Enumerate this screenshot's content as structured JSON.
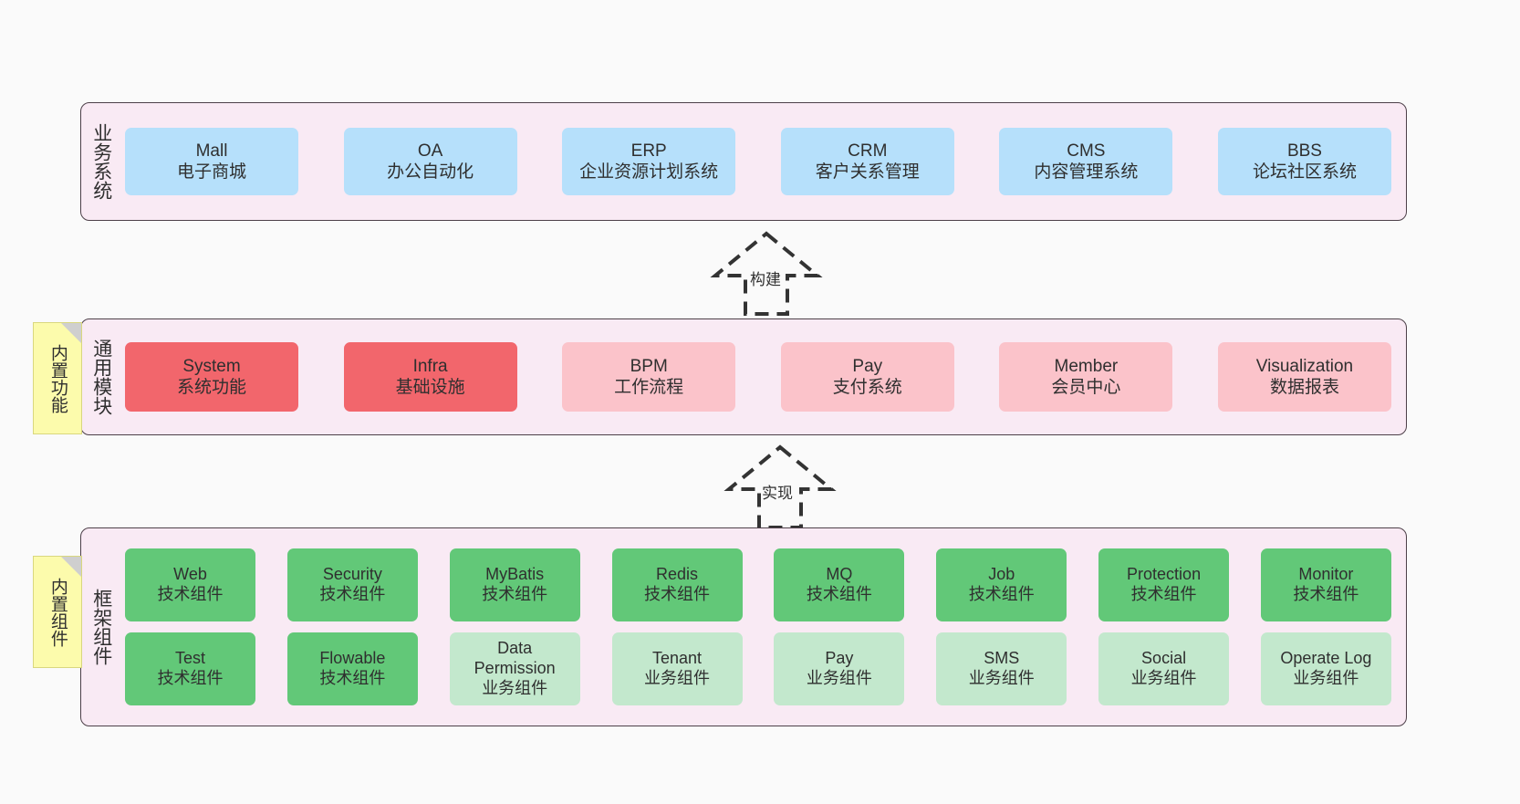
{
  "diagram": {
    "background_color": "#fafafa",
    "layer_fill": "#f9eaf4",
    "layer_border": "#4d4049",
    "note_fill": "#fcfbac"
  },
  "layers": [
    {
      "id": "business",
      "title": "业务系统",
      "accent": "#b6e0fb",
      "rows": [
        {
          "cards": [
            {
              "name": "Mall",
              "sub": "电子商城"
            },
            {
              "name": "OA",
              "sub": "办公自动化"
            },
            {
              "name": "ERP",
              "sub": "企业资源计划系统"
            },
            {
              "name": "CRM",
              "sub": "客户关系管理"
            },
            {
              "name": "CMS",
              "sub": "内容管理系统"
            },
            {
              "name": "BBS",
              "sub": "论坛社区系统"
            }
          ]
        }
      ]
    },
    {
      "id": "common",
      "title": "通用模块",
      "accent": "#f2666c",
      "rows": [
        {
          "cards": [
            {
              "name": "System",
              "sub": "系统功能",
              "style": "c-red"
            },
            {
              "name": "Infra",
              "sub": "基础设施",
              "style": "c-red"
            },
            {
              "name": "BPM",
              "sub": "工作流程",
              "style": "c-pink"
            },
            {
              "name": "Pay",
              "sub": "支付系统",
              "style": "c-pink"
            },
            {
              "name": "Member",
              "sub": "会员中心",
              "style": "c-pink"
            },
            {
              "name": "Visualization",
              "sub": "数据报表",
              "style": "c-pink"
            }
          ]
        }
      ]
    },
    {
      "id": "framework",
      "title": "框架组件",
      "accent": "#62c878",
      "rows": [
        {
          "cards": [
            {
              "name": "Web",
              "sub": "技术组件",
              "style": "c-green"
            },
            {
              "name": "Security",
              "sub": "技术组件",
              "style": "c-green"
            },
            {
              "name": "MyBatis",
              "sub": "技术组件",
              "style": "c-green"
            },
            {
              "name": "Redis",
              "sub": "技术组件",
              "style": "c-green"
            },
            {
              "name": "MQ",
              "sub": "技术组件",
              "style": "c-green"
            },
            {
              "name": "Job",
              "sub": "技术组件",
              "style": "c-green"
            },
            {
              "name": "Protection",
              "sub": "技术组件",
              "style": "c-green"
            },
            {
              "name": "Monitor",
              "sub": "技术组件",
              "style": "c-green"
            }
          ]
        },
        {
          "cards": [
            {
              "name": "Test",
              "sub": "技术组件",
              "style": "c-green"
            },
            {
              "name": "Flowable",
              "sub": "技术组件",
              "style": "c-green"
            },
            {
              "name": "Data Permission",
              "sub": "业务组件",
              "style": "c-greenlight"
            },
            {
              "name": "Tenant",
              "sub": "业务组件",
              "style": "c-greenlight"
            },
            {
              "name": "Pay",
              "sub": "业务组件",
              "style": "c-greenlight"
            },
            {
              "name": "SMS",
              "sub": "业务组件",
              "style": "c-greenlight"
            },
            {
              "name": "Social",
              "sub": "业务组件",
              "style": "c-greenlight"
            },
            {
              "name": "Operate Log",
              "sub": "业务组件",
              "style": "c-greenlight"
            }
          ]
        }
      ]
    }
  ],
  "notes": [
    {
      "id": "builtin-func",
      "text": "内置功能"
    },
    {
      "id": "builtin-comp",
      "text": "内置组件"
    }
  ],
  "arrows": [
    {
      "id": "build",
      "label": "构建",
      "style": "dashed-hollow-triangle"
    },
    {
      "id": "impl",
      "label": "实现",
      "style": "dashed-hollow-triangle"
    }
  ]
}
